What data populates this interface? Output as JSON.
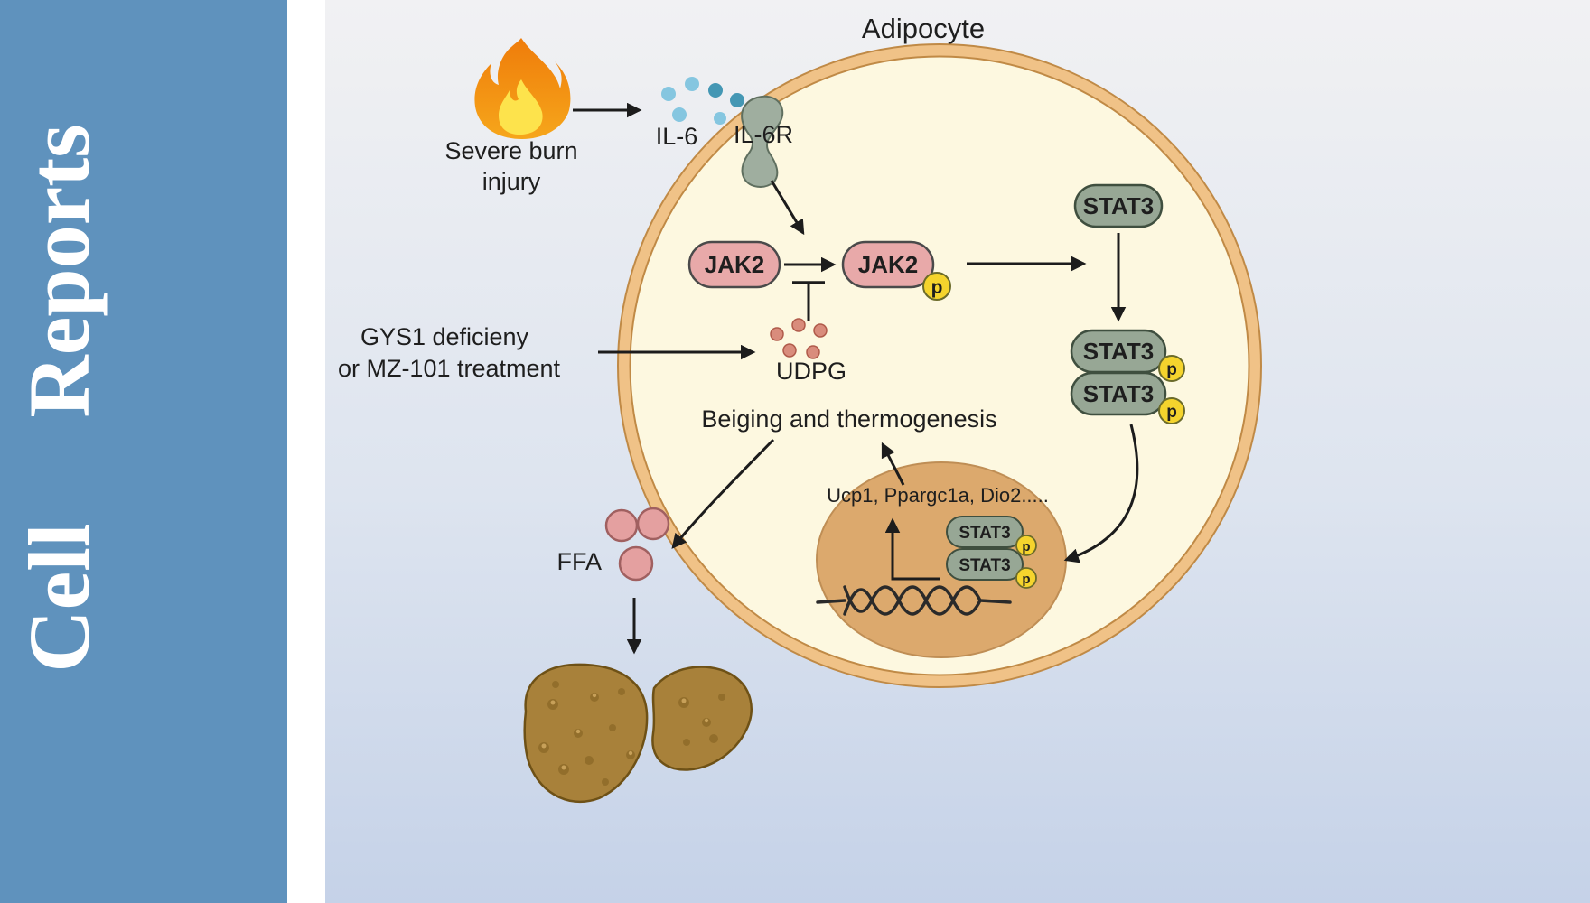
{
  "journal": {
    "name_line1": "Cell",
    "name_line2": "Reports"
  },
  "figure": {
    "title": "Adipocyte",
    "trigger": {
      "line1": "Severe burn",
      "line2": "injury"
    },
    "ligand": "IL-6",
    "receptor": "IL-6R",
    "kinase": "JAK2",
    "phospho": "p",
    "tf": "STAT3",
    "intervention": {
      "line1": "GYS1 deficieny",
      "line2": "or MZ-101 treatment"
    },
    "metabolite": "UDPG",
    "outcome": "Beiging and thermogenesis",
    "genes": "Ucp1, Ppargc1a, Dio2.....",
    "lipid": "FFA",
    "colors": {
      "sidebar": "#5f92bd",
      "cell_fill": "#fdf8e0",
      "cell_membrane": "#f0c287",
      "cell_edge": "#c08a46",
      "jak2_fill": "#e8a9a9",
      "stat3_fill": "#97a795",
      "p_fill": "#f5d42d",
      "nucleus_fill": "#dca96d",
      "udpg_dot": "#d98c7c",
      "il6_dot_light": "#85c6e0",
      "il6_dot_dark": "#4497b4",
      "receptor_fill": "#9fae9f",
      "ffa_fill": "#e4a0a0",
      "liver_fill": "#a8813a"
    }
  }
}
